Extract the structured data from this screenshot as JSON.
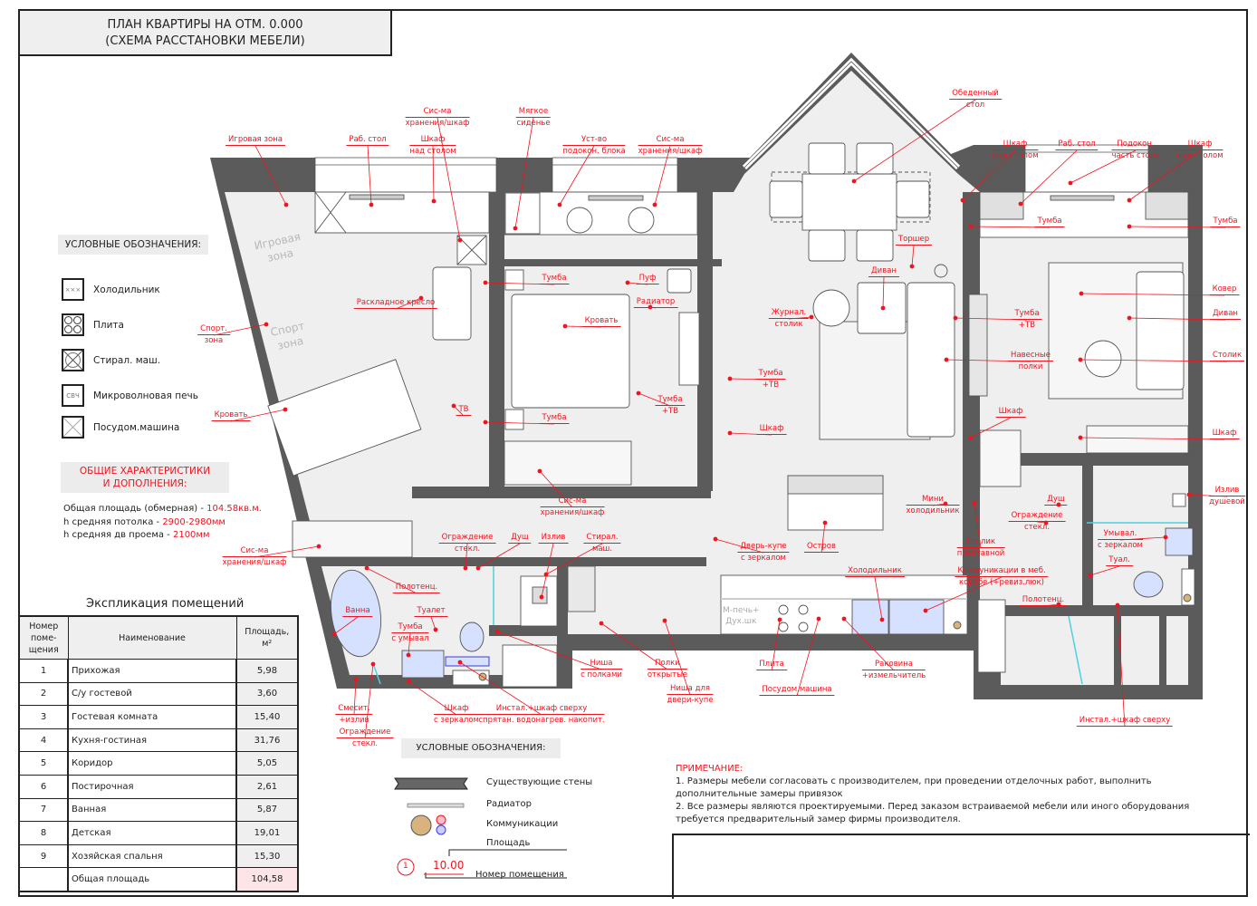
{
  "title": {
    "line1": "ПЛАН КВАРТИРЫ НА ОТМ. 0.000",
    "line2": "(СХЕМА РАССТАНОВКИ МЕБЕЛИ)"
  },
  "zones": {
    "play": "Игровая\nзона",
    "sport": "Спорт\nзона"
  },
  "legend": {
    "title": "УСЛОВНЫЕ ОБОЗНАЧЕНИЯ:",
    "items": [
      {
        "icon": "fridge-icon",
        "label": "Холодильник",
        "glyph": "×××"
      },
      {
        "icon": "stove-icon",
        "label": "Плита"
      },
      {
        "icon": "washing-machine-icon",
        "label": "Стирал. маш."
      },
      {
        "icon": "microwave-icon",
        "label": "Микроволновая печь",
        "glyph": "СВЧ"
      },
      {
        "icon": "dishwasher-icon",
        "label": "Посудом.машина"
      }
    ]
  },
  "characteristics": {
    "title": "ОБЩИЕ ХАРАКТЕРИСТИКИ\nИ ДОПОЛНЕНИЯ:",
    "area_label": "Общая площадь (обмерная) - ",
    "area_value": "104.58кв.м.",
    "ceiling_label": "h средняя потолка - ",
    "ceiling_value": "2900-2980мм",
    "door_label": "h средняя дв проема - ",
    "door_value": "2100мм"
  },
  "explication": {
    "title": "Экспликация  помещений",
    "headers": [
      "Номер\nпоме-\nщения",
      "Наименование",
      "Площадь,\nм²"
    ],
    "rows": [
      {
        "n": "1",
        "name": "Прихожая",
        "area": "5,98"
      },
      {
        "n": "2",
        "name": "С/у гостевой",
        "area": "3,60"
      },
      {
        "n": "3",
        "name": "Гостевая комната",
        "area": "15,40"
      },
      {
        "n": "4",
        "name": "Кухня-гостиная",
        "area": "31,76"
      },
      {
        "n": "5",
        "name": "Коридор",
        "area": "5,05"
      },
      {
        "n": "6",
        "name": "Постирочная",
        "area": "2,61"
      },
      {
        "n": "7",
        "name": "Ванная",
        "area": "5,87"
      },
      {
        "n": "8",
        "name": "Детская",
        "area": "19,01"
      },
      {
        "n": "9",
        "name": "Хозяйская спальня",
        "area": "15,30"
      }
    ],
    "total_label": "Общая площадь",
    "total_area": "104,58"
  },
  "legend2": {
    "title": "УСЛОВНЫЕ ОБОЗНАЧЕНИЯ:",
    "walls": "Существующие стены",
    "radiator": "Радиатор",
    "utilities": "Коммуникации",
    "area": "Площадь",
    "room_no": "Номер помещения",
    "sample_no": "1",
    "sample_area": "10.00"
  },
  "notes": {
    "title": "ПРИМЕЧАНИЕ:",
    "n1": "1. Размеры мебели согласовать с производителем, при проведении отделочных работ, выполнить дополнительные замеры привязок",
    "n2": "2. Все размеры являются проектируемыми. Перед заказом встраиваемой мебели или иного оборудования требуется предварительный замер фирмы производителя."
  },
  "plan_labels": [
    "Игровая зона",
    "Раб. стол",
    "Сис-ма\nхранения/шкаф",
    "Шкаф\nнад столом",
    "Мягкое\nсиденье",
    "Уст-во\nподокон. блока",
    "Сис-ма\nхранения/шкаф",
    "Раскладное кресло",
    "Спорт.\nзона",
    "Кровать",
    "ТВ",
    "Тумба",
    "Пуф",
    "Радиатор",
    "Кровать",
    "Тумба\n+ТВ",
    "Тумба",
    "Сис-ма\nхранения/шкаф",
    "Сис-ма\nхранения/шкаф",
    "Ограждение\nстекл.",
    "Душ",
    "Излив",
    "Стирал.\nмаш.",
    "Полотенц.",
    "Ванна",
    "Туалет",
    "Тумба\nс умывал",
    "Смесит.\n+излив",
    "Ограждение\nстекл.",
    "Шкаф\nс зеркалом",
    "Инстал.+шкаф сверху\nспрятан. водонагрев. накопит.",
    "Ниша\nс полками",
    "Полки\nоткрытые",
    "Ниша для\nдвери-купе",
    "Обеденный\nстол",
    "Торшер",
    "Диван",
    "Журнал.\nстолик",
    "Тумба\n+ТВ",
    "Шкаф",
    "Шкаф\nнад столом",
    "Раб. стол",
    "Подокон.\nчасть стола",
    "Шкаф\nнад столом",
    "Тумба",
    "Тумба",
    "Ковер",
    "Диван",
    "Тумба\n+ТВ",
    "Навесные\nполки",
    "Столик",
    "Шкаф",
    "Шкаф",
    "Мини\nхолодильник",
    "Столик\nприставной",
    "Душ",
    "Ограждение\nстекл.",
    "Излив\nдушевой",
    "Умывал.\nс зеркалом",
    "Туал.",
    "Полотенц.",
    "Инстал.+шкаф сверху",
    "Дверь-купе\nс зеркалом",
    "Остров",
    "Холодильник",
    "Коммуникации в меб.\nкоробе (+ревиз.люк)",
    "Плита",
    "Посудом.машина",
    "Раковина\n+измельчитель"
  ],
  "appliance_text": {
    "oven": "М-печь+\nДух.шк"
  },
  "colors": {
    "annotation": "#f0141e",
    "wall": "#5b5b5b",
    "floor": "#efefef",
    "glass": "#4fd0e0",
    "fixture": "#d6e0ff"
  }
}
